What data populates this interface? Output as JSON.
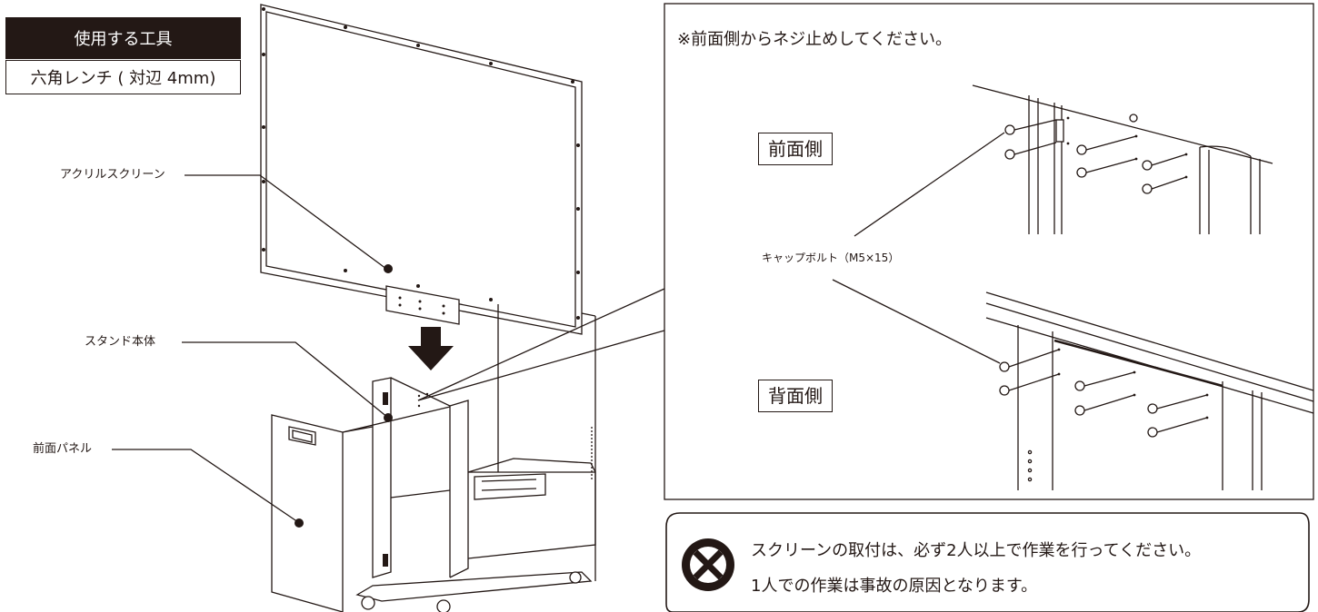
{
  "tools": {
    "header": "使用する工具",
    "item": "六角レンチ ( 対辺 4mm)"
  },
  "labels": {
    "acrylic_screen": "アクリルスクリーン",
    "stand_body": "スタンド本体",
    "front_panel": "前面パネル"
  },
  "detail": {
    "note": "※前面側からネジ止めしてください。",
    "front_side": "前面側",
    "back_side": "背面側",
    "cap_bolt": "キャップボルト（M5×15）"
  },
  "warning": {
    "icon": "prohibited-icon",
    "line1": "スクリーンの取付は、必ず2人以上で作業を行ってください。",
    "line2": "1人での作業は事故の原因となります。"
  }
}
